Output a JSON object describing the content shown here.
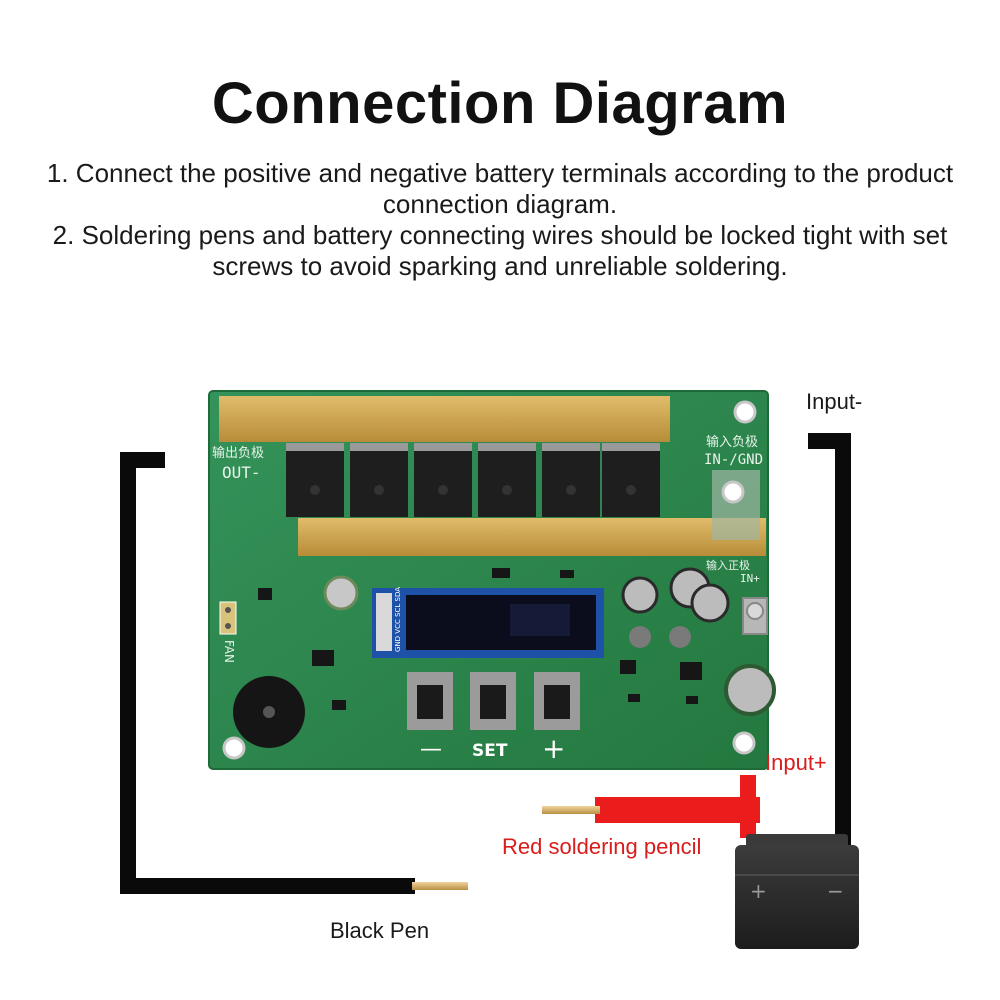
{
  "header": {
    "title": "Connection Diagram",
    "instructions": [
      "1. Connect the positive and negative battery terminals according to the product connection diagram.",
      "2. Soldering pens and battery connecting wires should be locked tight with set screws to avoid sparking and unreliable soldering."
    ]
  },
  "labels": {
    "input_minus": "Input-",
    "input_plus": "Input+",
    "red_pen": "Red soldering pencil",
    "black_pen": "Black Pen"
  },
  "board": {
    "out_cn": "输出负极",
    "out_en": "OUT-",
    "in_cn": "输入负极",
    "in_en": "IN-/GND",
    "inplus_cn": "输入正极",
    "inplus_en": "IN+",
    "fan": "FAN",
    "btn_minus": "—",
    "btn_set": "SET",
    "btn_plus": "+",
    "header_pins": "GND VCC SCL SDA"
  },
  "battery": {
    "plus": "+",
    "minus": "−"
  },
  "colors": {
    "pcb": "#2d8a4e",
    "copper": "#c9a24a",
    "red_wire": "#ea1c1c",
    "black_wire": "#0a0a0a",
    "battery": "#2b2b2b"
  }
}
